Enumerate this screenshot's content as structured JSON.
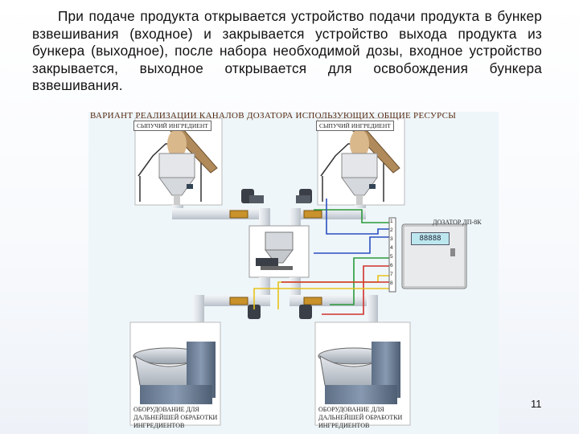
{
  "paragraph": "При подаче продукта открывается устройство подачи продукта в бункер взвешивания (входное) и закрывается устройство выхода продукта из бункера (выходное), после набора необходимой дозы, входное устройство закрывается, выходное открывается для освобождения бункера взвешивания.",
  "diagram": {
    "title": "ВАРИАНТ РЕАЛИЗАЦИИ КАНАЛОВ ДОЗАТОРА ИСПОЛЬЗУЮЩИХ ОБЩИЕ РЕСУРСЫ",
    "silo_left_label": "СЫПУЧИЙ ИНГРЕДИЕНТ",
    "silo_right_label": "СЫПУЧИЙ ИНГРЕДИЕНТ",
    "panel_title": "ДОЗАТОР ДП-8К",
    "panel_screen": "88888",
    "terminals": [
      "1",
      "2",
      "3",
      "4",
      "5",
      "6",
      "7",
      "8"
    ],
    "mixer_left_label_1": "ОБОРУДОВАНИЕ ДЛЯ",
    "mixer_left_label_2": "ДАЛЬНЕЙШЕЙ ОБРАБОТКИ",
    "mixer_left_label_3": "ИНГРЕДИЕНТОВ",
    "mixer_right_label_1": "ОБОРУДОВАНИЕ ДЛЯ",
    "mixer_right_label_2": "ДАЛЬНЕЙШЕЙ ОБРАБОТКИ",
    "mixer_right_label_3": "ИНГРЕДИЕНТОВ",
    "colors": {
      "pipe": "#dfe3e8",
      "wire_green": "#2a9a3a",
      "wire_blue": "#2b4fbf",
      "wire_red": "#d0302a",
      "wire_yellow": "#e8c21a"
    }
  },
  "page_number": "11"
}
